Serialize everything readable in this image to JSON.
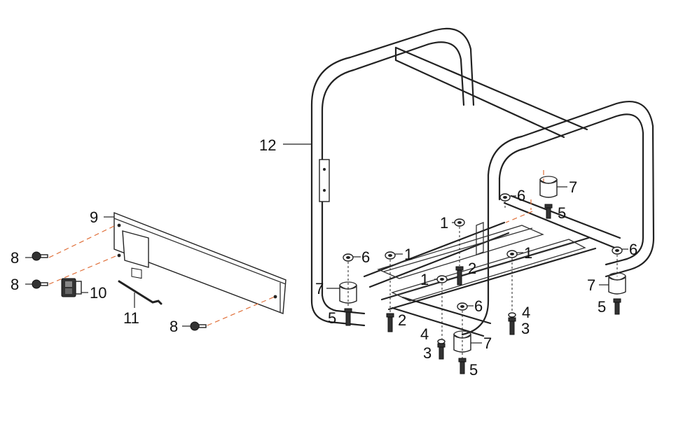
{
  "diagram": {
    "callouts": {
      "c12": "12",
      "c9": "9",
      "c8a": "8",
      "c8b": "8",
      "c8c": "8",
      "c10": "10",
      "c11": "11",
      "c7a": "7",
      "c7b": "7",
      "c7c": "7",
      "c7d": "7",
      "c6a": "6",
      "c6b": "6",
      "c6c": "6",
      "c6d": "6",
      "c5a": "5",
      "c5b": "5",
      "c5c": "5",
      "c5d": "5",
      "c4a": "4",
      "c4b": "4",
      "c3a": "3",
      "c3b": "3",
      "c2a": "2",
      "c2b": "2",
      "c1a": "1",
      "c1b": "1",
      "c1c": "1",
      "c1d": "1"
    }
  }
}
